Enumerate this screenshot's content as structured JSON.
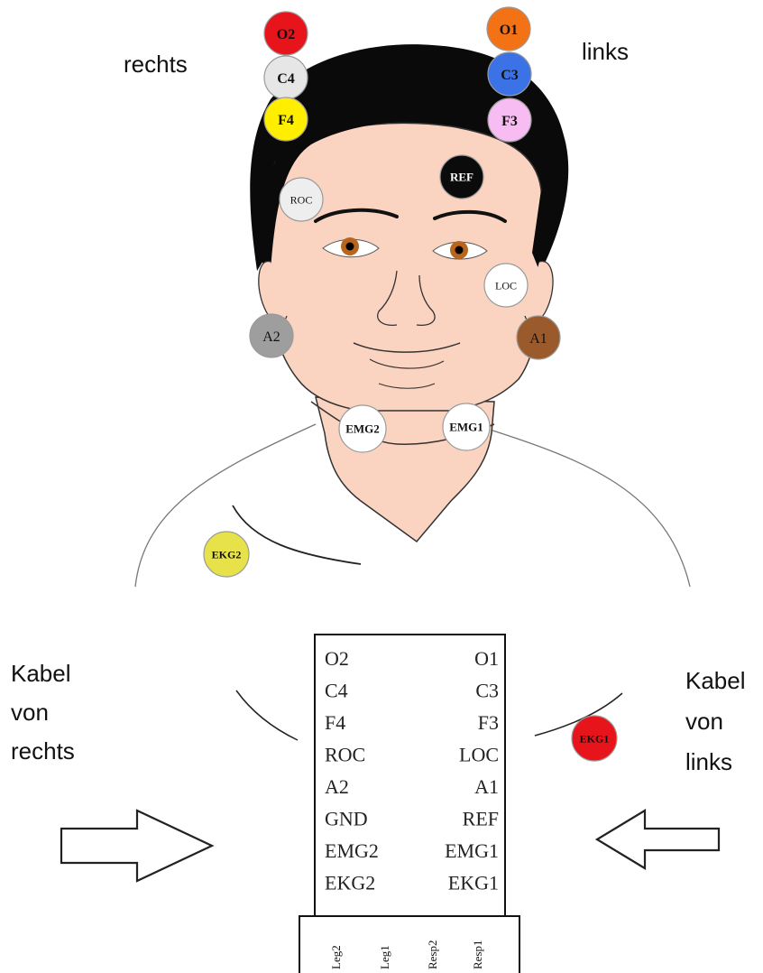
{
  "labels": {
    "rechts": "rechts",
    "links": "links",
    "cable_right": [
      "Kabel",
      "von",
      "rechts"
    ],
    "cable_left": [
      "Kabel",
      "von",
      "links"
    ]
  },
  "electrodes": {
    "O2": {
      "label": "O2",
      "color": "#e8141c"
    },
    "O1": {
      "label": "O1",
      "color": "#f47216"
    },
    "C4": {
      "label": "C4",
      "color": "#e6e6e6"
    },
    "C3": {
      "label": "C3",
      "color": "#3b73e6"
    },
    "F4": {
      "label": "F4",
      "color": "#ffee00"
    },
    "F3": {
      "label": "F3",
      "color": "#f7bdf2"
    },
    "REF": {
      "label": "REF",
      "color": "#0b0b0b"
    },
    "ROC": {
      "label": "ROC",
      "color": "#eeeeee"
    },
    "LOC": {
      "label": "LOC",
      "color": "#ffffff"
    },
    "A2": {
      "label": "A2",
      "color": "#9e9e9e"
    },
    "A1": {
      "label": "A1",
      "color": "#9a5a2b"
    },
    "EMG2": {
      "label": "EMG2",
      "color": "#ffffff"
    },
    "EMG1": {
      "label": "EMG1",
      "color": "#ffffff"
    },
    "EKG2": {
      "label": "EKG2",
      "color": "#e8e24a"
    },
    "EKG1": {
      "label": "EKG1",
      "color": "#e8141c"
    }
  },
  "connector_box": {
    "rows": [
      {
        "left": "O2",
        "right": "O1"
      },
      {
        "left": "C4",
        "right": "C3"
      },
      {
        "left": "F4",
        "right": "F3"
      },
      {
        "left": "ROC",
        "right": "LOC"
      },
      {
        "left": "A2",
        "right": "A1"
      },
      {
        "left": "GND",
        "right": "REF"
      },
      {
        "left": "EMG2",
        "right": "EMG1"
      },
      {
        "left": "EKG2",
        "right": "EKG1"
      }
    ],
    "bottom_ports": [
      "Leg2",
      "Leg1",
      "Resp2",
      "Resp1"
    ]
  },
  "colors": {
    "skin": "#fbd3c1",
    "hair": "#0a0a0a",
    "iris": "#b8651e",
    "outline": "#333333"
  }
}
